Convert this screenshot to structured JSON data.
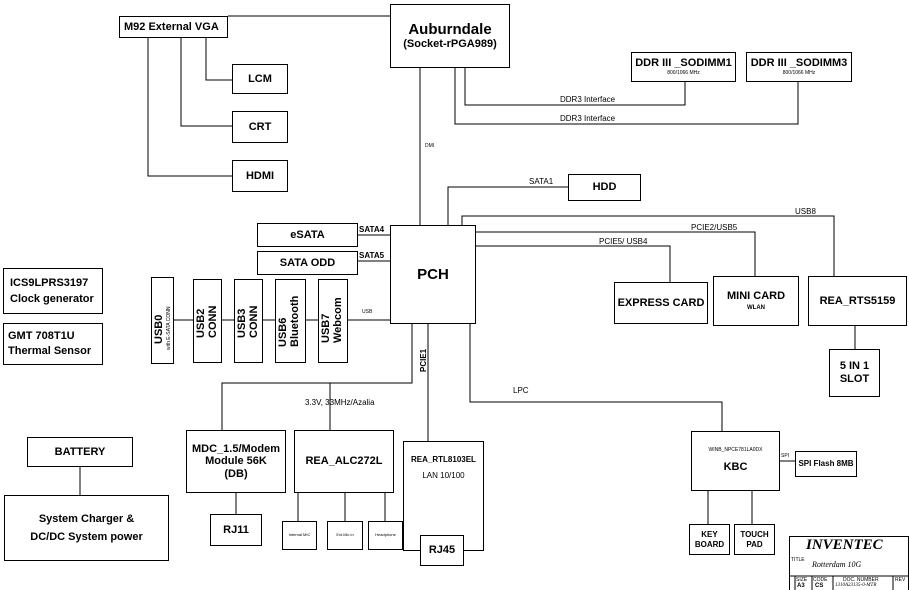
{
  "cpu": {
    "name": "Auburndale",
    "socket": "(Socket-rPGA989)"
  },
  "vga": "M92  External VGA",
  "lcm": "LCM",
  "crt": "CRT",
  "hdmi": "HDMI",
  "ddr1": {
    "name": "DDR III _SODIMM1",
    "speed": "800/1066 MHz"
  },
  "ddr3": {
    "name": "DDR III _SODIMM3",
    "speed": "800/1066 MHz"
  },
  "ddr_interface": "DDR3 Interface",
  "dmi": "DMI",
  "sata1": "SATA1",
  "hdd": "HDD",
  "usb8": "USB8",
  "pcie2_usb5": "PCIE2/USB5",
  "pcie5_usb4": "PCIE5/ USB4",
  "esata": "eSATA",
  "sata4": "SATA4",
  "sata_odd": "SATA ODD",
  "sata5": "SATA5",
  "pch": "PCH",
  "express_card": "EXPRESS CARD",
  "mini_card": {
    "name": "MINI CARD",
    "sub": "WLAN"
  },
  "rea_rts": "REA_RTS5159",
  "slot": {
    "line1": "5 IN 1",
    "line2": "SLOT"
  },
  "usb": "USB",
  "usb0": {
    "name": "USB0",
    "sub": "with E-SATA CONN"
  },
  "usb2": {
    "line1": "USB2",
    "line2": "CONN"
  },
  "usb3": {
    "line1": "USB3",
    "line2": "CONN"
  },
  "usb6": {
    "line1": "USB6",
    "line2": "Bluetooth"
  },
  "usb7": {
    "line1": "USB7",
    "line2": "Webcom"
  },
  "clock": {
    "line1": "ICS9LPRS3197",
    "line2": "Clock generator"
  },
  "thermal": {
    "line1": "GMT 708T1U",
    "line2": "Thermal  Sensor"
  },
  "pcie1": "PCIE1",
  "azalia": "3.3V, 33MHz/Azalia",
  "lpc": "LPC",
  "battery": "BATTERY",
  "charger": {
    "line1": "System Charger &",
    "line2": "DC/DC System power"
  },
  "modem": {
    "line1": "MDC_1.5/Modem",
    "line2": "Module 56K",
    "line3": "(DB)"
  },
  "rj11": "RJ11",
  "codec": "REA_ALC272L",
  "audio_jacks": [
    "Internal MIC",
    "Ext.Mic in",
    "Headphone"
  ],
  "lan": {
    "line1": "REA_RTL8103EL",
    "line2": "LAN  10/100"
  },
  "rj45": "RJ45",
  "kbc": {
    "chip": "WINB_NPCE781LA0DX",
    "name": "KBC"
  },
  "spi": "SPI",
  "spi_flash": "SPI Flash 8MB",
  "keyboard": {
    "line1": "KEY",
    "line2": "BOARD"
  },
  "touchpad": {
    "line1": "TOUCH",
    "line2": "PAD"
  },
  "title_block": {
    "company": "INVENTEC",
    "title_label": "TITLE",
    "title": "Rotterdam 10G",
    "size_label": "SIZE",
    "size": "A3",
    "code_label": "CODE",
    "code": "CS",
    "doc_label": "DOC. NUMBER",
    "doc": "1310A23135-0-MTR",
    "rev_label": "REV"
  }
}
